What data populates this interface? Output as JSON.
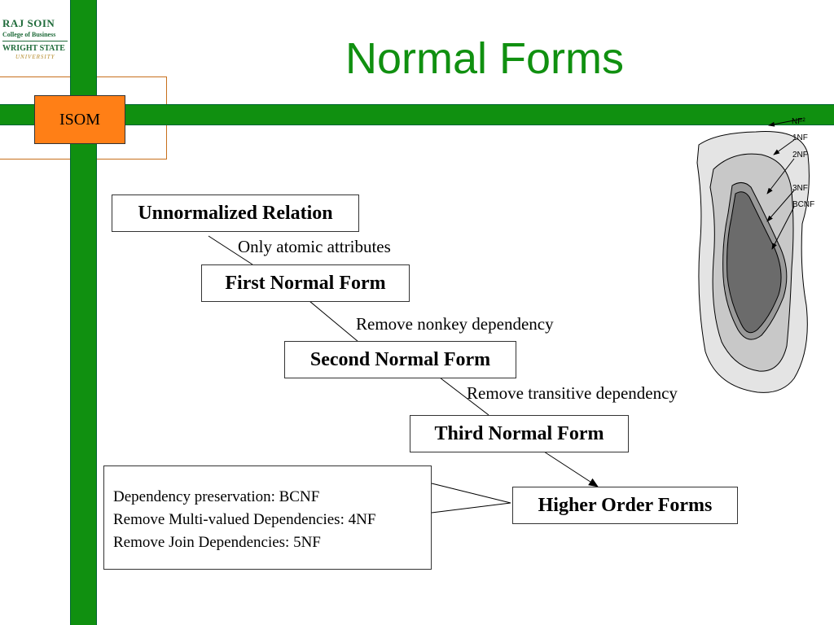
{
  "logo": {
    "line1": "RAJ SOIN",
    "line2": "College of Business",
    "line3": "WRIGHT STATE",
    "line4": "UNIVERSITY"
  },
  "badge": "ISOM",
  "title": "Normal Forms",
  "stages": [
    {
      "label": "Unnormalized Relation"
    },
    {
      "label": "First Normal Form"
    },
    {
      "label": "Second Normal Form"
    },
    {
      "label": "Third Normal Form"
    },
    {
      "label": "Higher Order Forms"
    }
  ],
  "transitions": [
    "Only atomic attributes",
    "Remove nonkey dependency",
    "Remove transitive dependency"
  ],
  "higher_forms_note": [
    "Dependency preservation: BCNF",
    "Remove Multi-valued Dependencies: 4NF",
    "Remove Join Dependencies: 5NF"
  ],
  "nested_diagram_labels": [
    "NF²",
    "1NF",
    "2NF",
    "3NF",
    "BCNF"
  ],
  "colors": {
    "accent_green": "#109010",
    "badge_orange": "#ff7f16",
    "frame_orange": "#c8701c"
  }
}
